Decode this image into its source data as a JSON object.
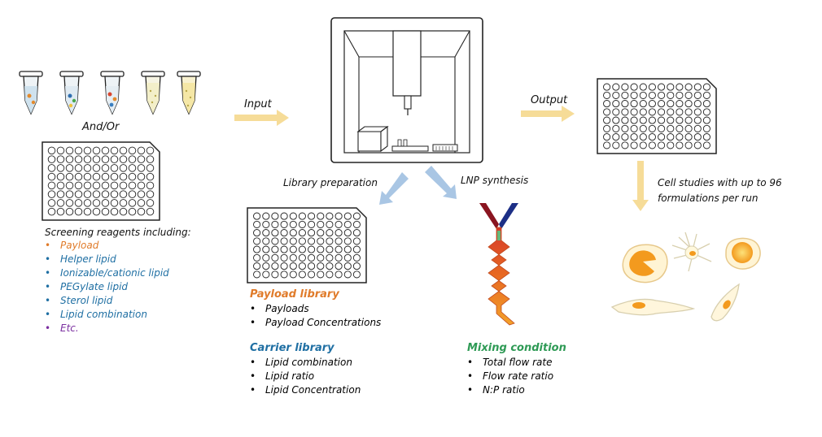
{
  "labels": {
    "and_or": "And/Or",
    "input": "Input",
    "output": "Output",
    "library_preparation": "Library preparation",
    "lnp_synthesis": "LNP synthesis",
    "cell_studies_line1": "Cell studies with up to 96",
    "cell_studies_line2": "formulations per run"
  },
  "screening": {
    "title": "Screening reagents including:",
    "items": [
      {
        "label": "Payload",
        "color": "#e07b2a"
      },
      {
        "label": "Helper lipid",
        "color": "#1f6fa3"
      },
      {
        "label": "Ionizable/cationic lipid",
        "color": "#1f6fa3"
      },
      {
        "label": "PEGylate lipid",
        "color": "#1f6fa3"
      },
      {
        "label": "Sterol lipid",
        "color": "#1f6fa3"
      },
      {
        "label": "Lipid combination",
        "color": "#1f6fa3"
      },
      {
        "label": "Etc.",
        "color": "#7b2fa0"
      }
    ]
  },
  "payload_library": {
    "title": "Payload library",
    "color": "#e07b2a",
    "items": [
      "Payloads",
      "Payload Concentrations"
    ]
  },
  "carrier_library": {
    "title": "Carrier library",
    "color": "#1f6fa3",
    "items": [
      "Lipid combination",
      "Lipid ratio",
      "Lipid Concentration"
    ]
  },
  "mixing_condition": {
    "title": "Mixing condition",
    "color": "#2e9a55",
    "items": [
      "Total flow rate",
      "Flow rate ratio",
      "N:P ratio"
    ]
  },
  "colors": {
    "arrow_yellow": "#f6dc98",
    "arrow_blue": "#a9c6e4",
    "cell_orange": "#f39a1e",
    "cell_yellow": "#fde27a"
  },
  "icons": [
    "tube-icon",
    "well-plate-icon",
    "liquid-handler-icon",
    "microfluidic-mixer-icon",
    "cell-icon"
  ]
}
